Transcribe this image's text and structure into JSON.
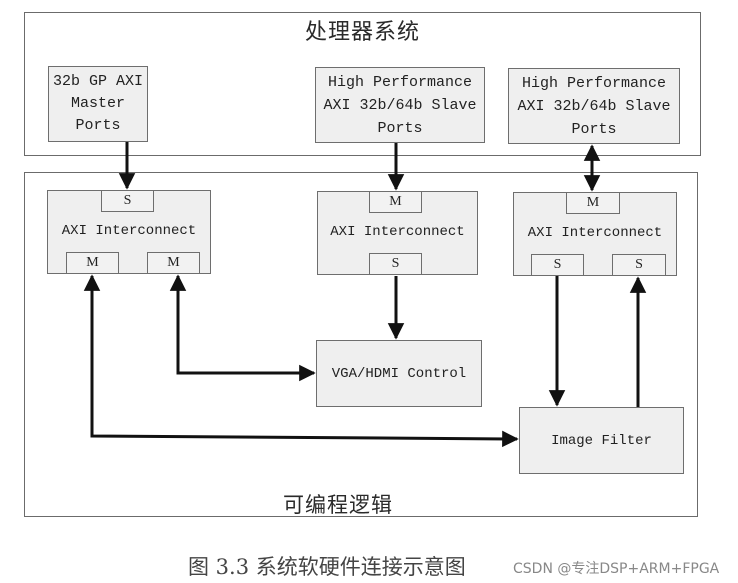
{
  "processor_system": {
    "title": "处理器系统",
    "blocks": [
      {
        "lines": [
          "32b GP AXI",
          "Master Ports"
        ]
      },
      {
        "lines": [
          "High Performance",
          "AXI 32b/64b Slave",
          "Ports"
        ]
      },
      {
        "lines": [
          "High Performance",
          "AXI 32b/64b Slave",
          "Ports"
        ]
      }
    ]
  },
  "programmable_logic": {
    "title": "可编程逻辑",
    "interconnects": [
      {
        "label": "AXI Interconnect",
        "top_ports": [
          "S"
        ],
        "bottom_ports": [
          "M",
          "M"
        ]
      },
      {
        "label": "AXI Interconnect",
        "top_ports": [
          "M"
        ],
        "bottom_ports": [
          "S"
        ]
      },
      {
        "label": "AXI Interconnect",
        "top_ports": [
          "M"
        ],
        "bottom_ports": [
          "S",
          "S"
        ]
      }
    ],
    "vga_block": {
      "label": "VGA/HDMI Control"
    },
    "filter_block": {
      "label": "Image Filter"
    }
  },
  "caption": "图 3.3 系统软硬件连接示意图",
  "watermark": "CSDN @专注DSP+ARM+FPGA",
  "colors": {
    "line": "#111111",
    "box_fill": "#efefef",
    "border": "#6e6e6e"
  }
}
